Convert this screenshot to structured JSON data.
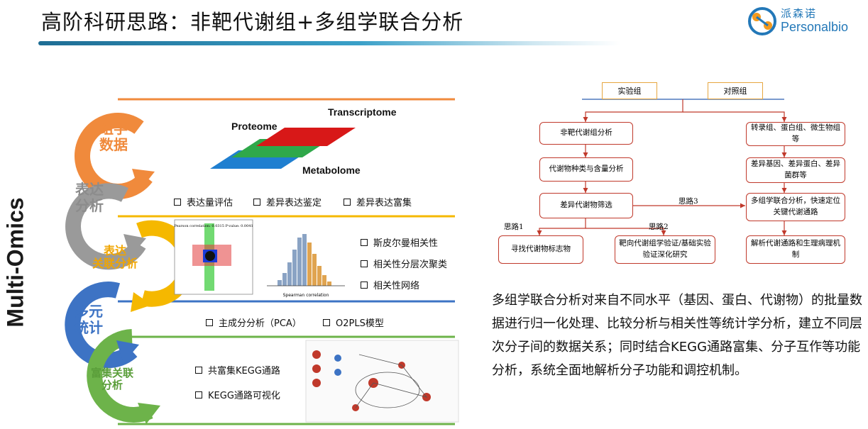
{
  "header": {
    "title": "高阶科研思路：非靶代谢组+多组学联合分析"
  },
  "logo": {
    "cn": "派森诺",
    "en": "Personalbio"
  },
  "side_label": "Multi-Omics",
  "colors": {
    "orange": "#f08a3c",
    "gray": "#9a9a9a",
    "yellow": "#f5b800",
    "blue": "#3d73c4",
    "green": "#6db34a",
    "flow_red": "#c0392b",
    "brand": "#2378b8"
  },
  "steps": [
    {
      "label": "组学\n数据",
      "color": "#f08a3c"
    },
    {
      "label": "表达\n分析",
      "color": "#8c8c8c"
    },
    {
      "label": "表达\n关联分析",
      "color": "#f5b800"
    },
    {
      "label": "多元\n统计",
      "color": "#3d73c4"
    },
    {
      "label": "富集关联\n分析",
      "color": "#6db34a"
    }
  ],
  "omics_layers": {
    "transcriptome": "Transcriptome",
    "proteome": "Proteome",
    "metabolome": "Metabolome"
  },
  "expression_items": [
    "表达量评估",
    "差异表达鉴定",
    "差异表达富集"
  ],
  "correlation_items": [
    "斯皮尔曼相关性",
    "相关性分层次聚类",
    "相关性网络"
  ],
  "multivariate_items": [
    "主成分分析（PCA）",
    "O2PLS模型"
  ],
  "enrichment_items": [
    "共富集KEGG通路",
    "KEGG通路可视化"
  ],
  "flowchart": {
    "top_left": "实验组",
    "top_right": "对照组",
    "left_boxes": [
      "非靶代谢组分析",
      "代谢物种类与含量分析",
      "差异代谢物筛选"
    ],
    "right_boxes": [
      "转录组、蛋白组、微生物组等",
      "差异基因、差异蛋白、差异菌群等",
      "多组学联合分析，快速定位关键代谢通路",
      "解析代谢通路和生理病理机制"
    ],
    "bottom_left_boxes": [
      "寻找代谢物标志物",
      "靶向代谢组学验证/基础实验验证深化研究"
    ],
    "labels": {
      "route1": "思路1",
      "route2": "思路2",
      "route3": "思路3"
    }
  },
  "paragraph": "多组学联合分析对来自不同水平（基因、蛋白、代谢物）的批量数据进行归一化处理、比较分析与相关性等统计学分析，建立不同层次分子间的数据关系；同时结合KEGG通路富集、分子互作等功能分析，系统全面地解析分子功能和调控机制。",
  "thumbnails": {
    "scatter_title": "Pearson correlation: 0.0315 P-value: 0.0041",
    "hist_xlabel": "Spearman correlation"
  }
}
